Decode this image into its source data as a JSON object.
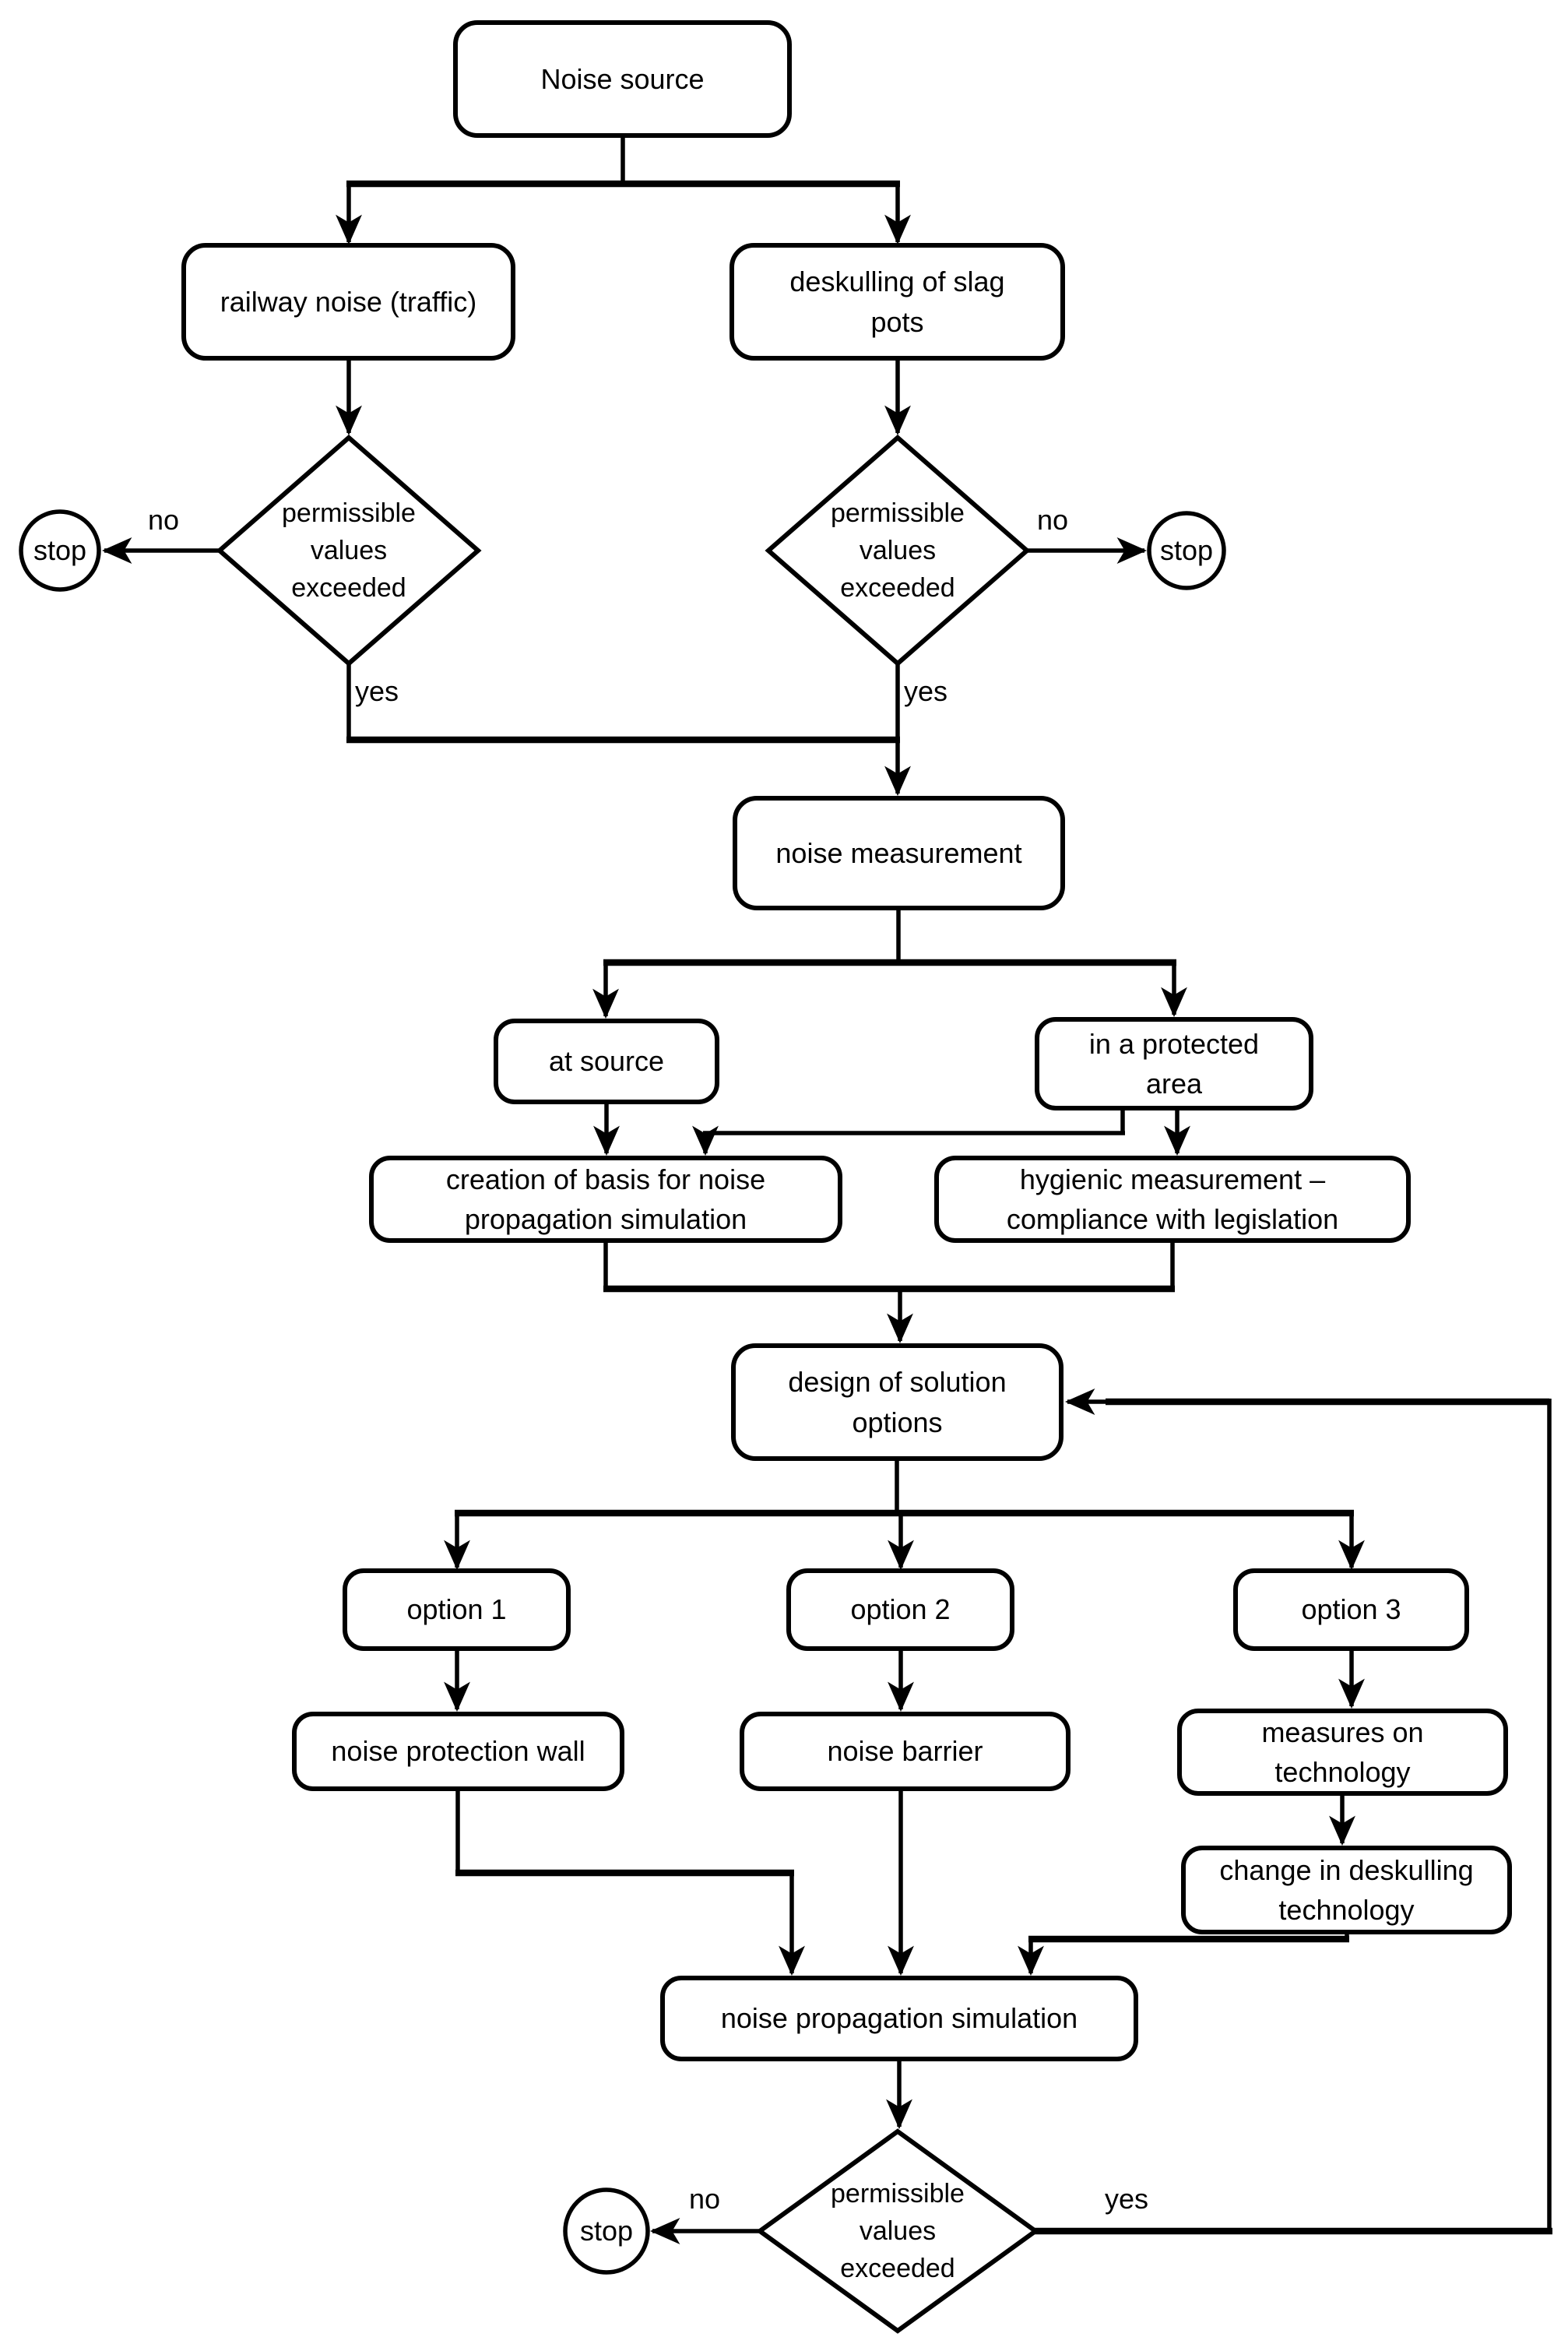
{
  "diagram": {
    "type": "flowchart",
    "title": "Noise assessment and mitigation flowchart",
    "background_color": "#ffffff",
    "stroke_color": "#000000",
    "nodes": {
      "noise_source": {
        "shape": "rounded-rect",
        "label": "Noise source"
      },
      "railway_noise": {
        "shape": "rounded-rect",
        "label": "railway noise (traffic)"
      },
      "deskulling": {
        "shape": "rounded-rect",
        "label": "deskulling of slag\npots"
      },
      "decision_permissible": {
        "shape": "diamond",
        "label": "permissible\nvalues\nexceeded"
      },
      "stop": {
        "shape": "circle",
        "label": "stop"
      },
      "noise_measurement": {
        "shape": "rounded-rect",
        "label": "noise measurement"
      },
      "at_source": {
        "shape": "rounded-rect",
        "label": "at source"
      },
      "protected_area": {
        "shape": "rounded-rect",
        "label": "in a protected\narea"
      },
      "creation_basis": {
        "shape": "rounded-rect",
        "label": "creation of basis for noise\npropagation simulation"
      },
      "hygienic": {
        "shape": "rounded-rect",
        "label": "hygienic measurement –\ncompliance with legislation"
      },
      "design_options": {
        "shape": "rounded-rect",
        "label": "design of solution\noptions"
      },
      "option1": {
        "shape": "rounded-rect",
        "label": "option 1"
      },
      "option2": {
        "shape": "rounded-rect",
        "label": "option 2"
      },
      "option3": {
        "shape": "rounded-rect",
        "label": "option 3"
      },
      "protection_wall": {
        "shape": "rounded-rect",
        "label": "noise protection wall"
      },
      "noise_barrier": {
        "shape": "rounded-rect",
        "label": "noise barrier"
      },
      "measures_technology": {
        "shape": "rounded-rect",
        "label": "measures on\ntechnology"
      },
      "change_deskulling": {
        "shape": "rounded-rect",
        "label": "change in deskulling\ntechnology"
      },
      "simulation": {
        "shape": "rounded-rect",
        "label": "noise propagation simulation"
      }
    },
    "edge_labels": {
      "yes": "yes",
      "no": "no"
    },
    "edges": [
      {
        "from": "Noise source",
        "to": "railway noise (traffic)"
      },
      {
        "from": "Noise source",
        "to": "deskulling of slag pots"
      },
      {
        "from": "railway noise (traffic)",
        "to": "permissible values exceeded (left)"
      },
      {
        "from": "permissible values exceeded (left)",
        "to": "stop (left)",
        "label": "no"
      },
      {
        "from": "permissible values exceeded (left)",
        "to": "noise measurement",
        "label": "yes"
      },
      {
        "from": "deskulling of slag pots",
        "to": "permissible values exceeded (right)"
      },
      {
        "from": "permissible values exceeded (right)",
        "to": "stop (right)",
        "label": "no"
      },
      {
        "from": "permissible values exceeded (right)",
        "to": "noise measurement",
        "label": "yes"
      },
      {
        "from": "noise measurement",
        "to": "at source"
      },
      {
        "from": "noise measurement",
        "to": "in a protected area"
      },
      {
        "from": "at source",
        "to": "creation of basis for noise propagation simulation"
      },
      {
        "from": "in a protected area",
        "to": "creation of basis for noise propagation simulation"
      },
      {
        "from": "in a protected area",
        "to": "hygienic measurement – compliance with legislation"
      },
      {
        "from": "creation of basis for noise propagation simulation",
        "to": "design of solution options"
      },
      {
        "from": "hygienic measurement – compliance with legislation",
        "to": "design of solution options"
      },
      {
        "from": "design of solution options",
        "to": "option 1"
      },
      {
        "from": "design of solution options",
        "to": "option 2"
      },
      {
        "from": "design of solution options",
        "to": "option 3"
      },
      {
        "from": "option 1",
        "to": "noise protection wall"
      },
      {
        "from": "option 2",
        "to": "noise barrier"
      },
      {
        "from": "option 3",
        "to": "measures on technology"
      },
      {
        "from": "measures on technology",
        "to": "change in deskulling technology"
      },
      {
        "from": "noise protection wall",
        "to": "noise propagation simulation"
      },
      {
        "from": "noise barrier",
        "to": "noise propagation simulation"
      },
      {
        "from": "change in deskulling technology",
        "to": "noise propagation simulation"
      },
      {
        "from": "noise propagation simulation",
        "to": "permissible values exceeded (bottom)"
      },
      {
        "from": "permissible values exceeded (bottom)",
        "to": "stop (bottom)",
        "label": "no"
      },
      {
        "from": "permissible values exceeded (bottom)",
        "to": "design of solution options",
        "label": "yes"
      }
    ]
  }
}
